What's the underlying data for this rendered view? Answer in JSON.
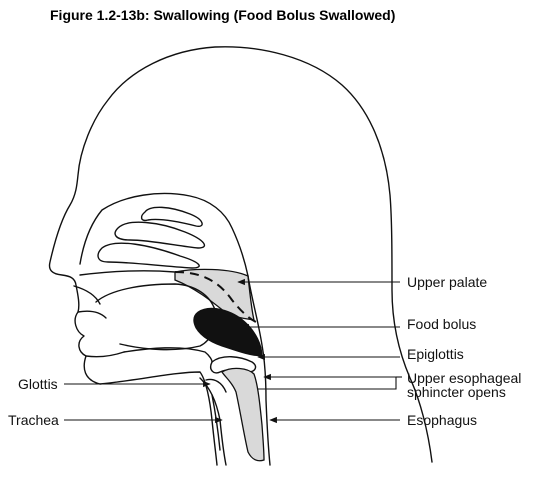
{
  "figure": {
    "title": "Figure 1.2-13b: Swallowing (Food Bolus Swallowed)",
    "labels": {
      "upper_palate": "Upper palate",
      "food_bolus": "Food bolus",
      "epiglottis": "Epiglottis",
      "ues_line1": "Upper esophageal",
      "ues_line2": "sphincter opens",
      "esophagus": "Esophagus",
      "glottis": "Glottis",
      "trachea": "Trachea"
    },
    "colors": {
      "outline": "#111111",
      "palate_fill": "#d9d9d9",
      "bolus_fill": "#111111",
      "esophagus_fill": "#d9d9d9"
    }
  }
}
